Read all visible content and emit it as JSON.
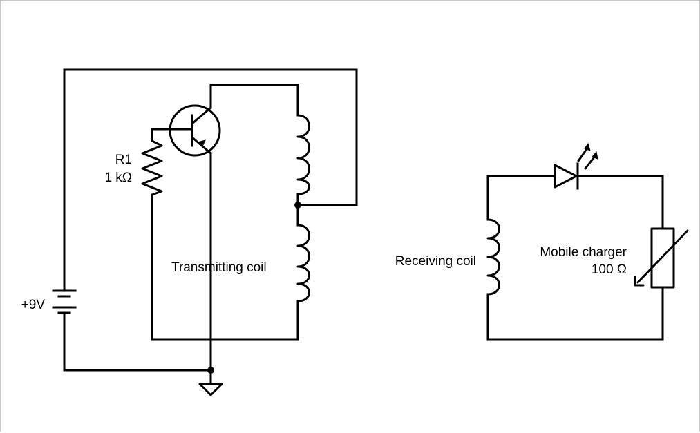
{
  "diagram": {
    "transmitter": {
      "resistor": {
        "designator": "R1",
        "value": "1 kΩ"
      },
      "battery": {
        "label": "+9V"
      },
      "coil": {
        "label": "Transmitting coil"
      }
    },
    "receiver": {
      "coil": {
        "label": "Receiving coil"
      },
      "load": {
        "name": "Mobile charger",
        "value": "100 Ω"
      }
    }
  }
}
